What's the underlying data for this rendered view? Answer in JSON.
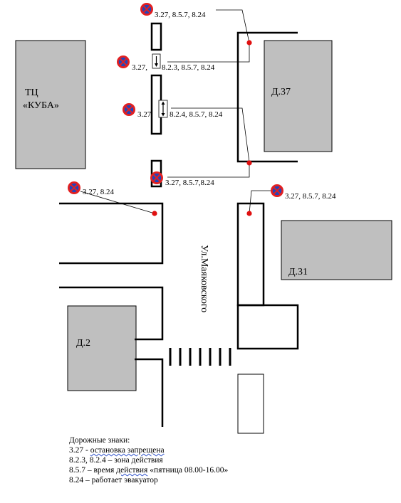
{
  "buildings": {
    "kuba": {
      "line1": "ТЦ",
      "line2": "«КУБА»"
    },
    "d37": "Д.37",
    "d31": "Д.31",
    "d2": "Д.2"
  },
  "street": "Ул.Маяковского",
  "sign_labels": {
    "s1": "3.27, 8.5.7, 8.24",
    "s2a": "3.27,",
    "s2b": "8.2.3, 8.5.7, 8.24",
    "s3a": "3.27",
    "s3b": "8.2.4, 8.5.7, 8.24",
    "s4": "3.27, 8.5.7,8.24",
    "s5": "3.27, 8.24",
    "s6": "3.27, 8.5.7, 8.24"
  },
  "legend": {
    "title": "Дорожные знаки:",
    "l1_code": "3.27 -",
    "l1_text": "остановка  запрещена",
    "l2": "8.2.3, 8.2.4 – зона действия",
    "l3_pre": "8.5.7 – время",
    "l3_wavy": "действия",
    "l3_post": "«пятница 08.00-16.00»",
    "l4": "8.24 –  работает эвакуатор"
  },
  "colors": {
    "building_fill": "#bfbfbf",
    "sign_red": "#e32020",
    "sign_blue": "#2244bb",
    "marker_red": "#e01010"
  }
}
